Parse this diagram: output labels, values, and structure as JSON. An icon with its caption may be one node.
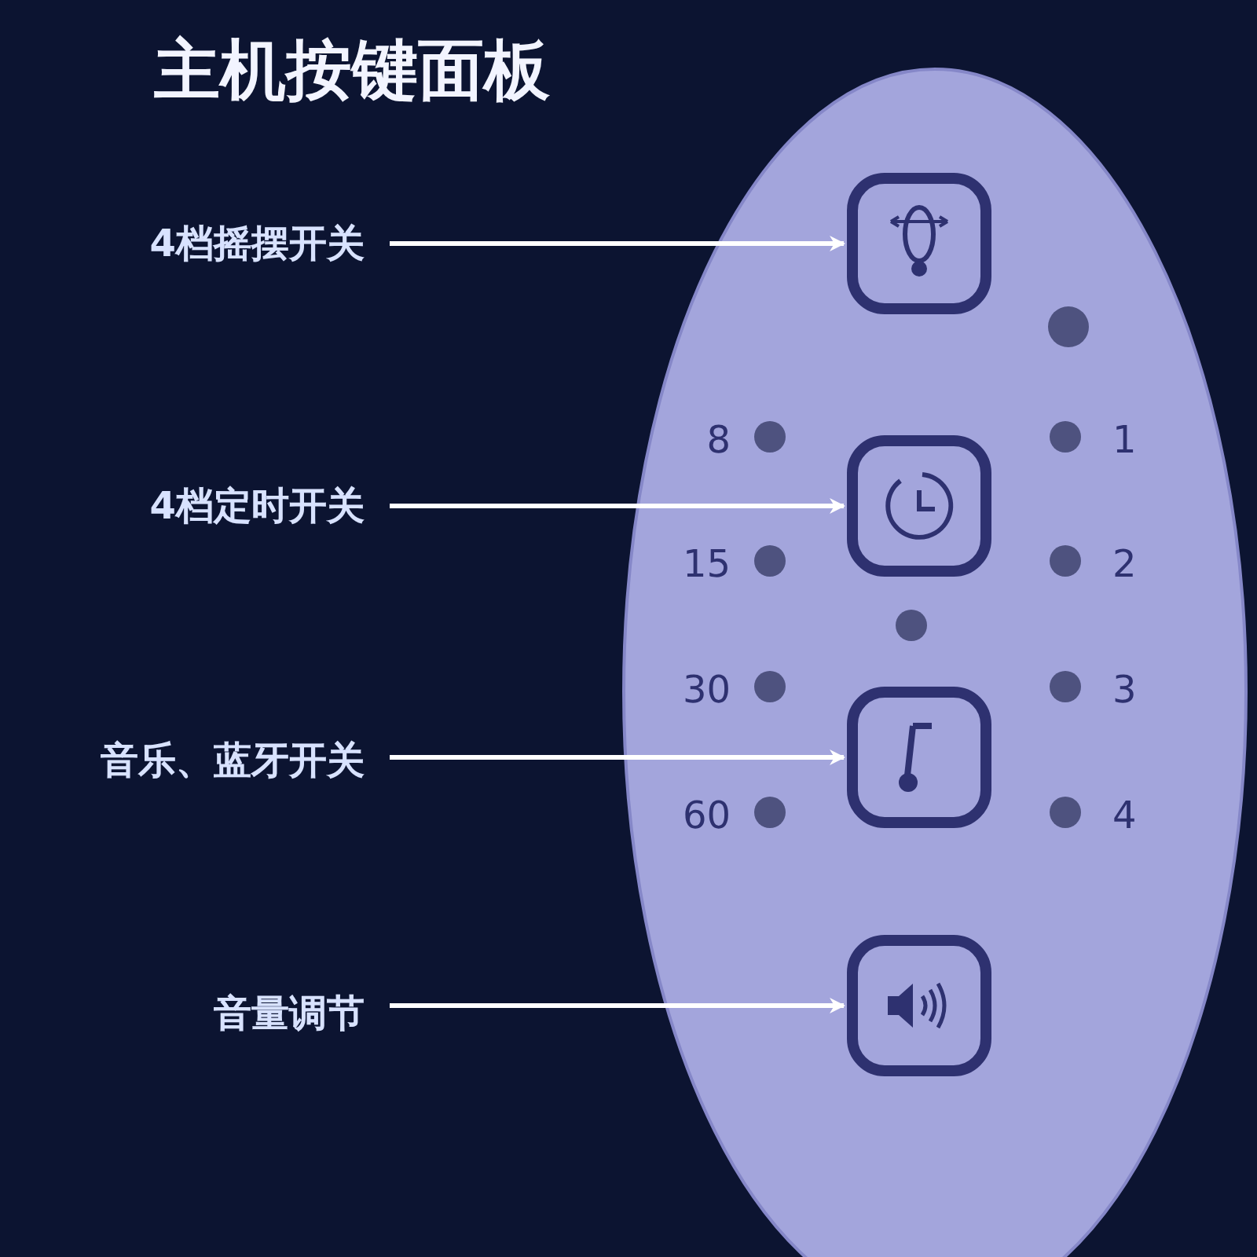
{
  "diagram": {
    "title": "主机按键面板",
    "nodes": [
      {
        "text": [
          "4档摇摆开关"
        ]
      },
      {
        "text": [],
        "shape": "box"
      },
      {
        "text": [
          "4档定时开关"
        ]
      },
      {
        "text": [],
        "shape": "box"
      },
      {
        "text": [
          "音乐、蓝牙开关"
        ]
      },
      {
        "text": [],
        "shape": "box"
      },
      {
        "text": [
          "音量调节"
        ]
      },
      {
        "text": [],
        "shape": "box"
      }
    ],
    "edges": [
      {
        "from": 0,
        "to": 1,
        "arrow": "to"
      },
      {
        "from": 2,
        "to": 3,
        "arrow": "to"
      },
      {
        "from": 4,
        "to": 5,
        "arrow": "to"
      },
      {
        "from": 6,
        "to": 7,
        "arrow": "to"
      }
    ],
    "labels": [
      "8",
      "1",
      "15",
      "2",
      "30",
      "3",
      "60",
      "4"
    ]
  }
}
